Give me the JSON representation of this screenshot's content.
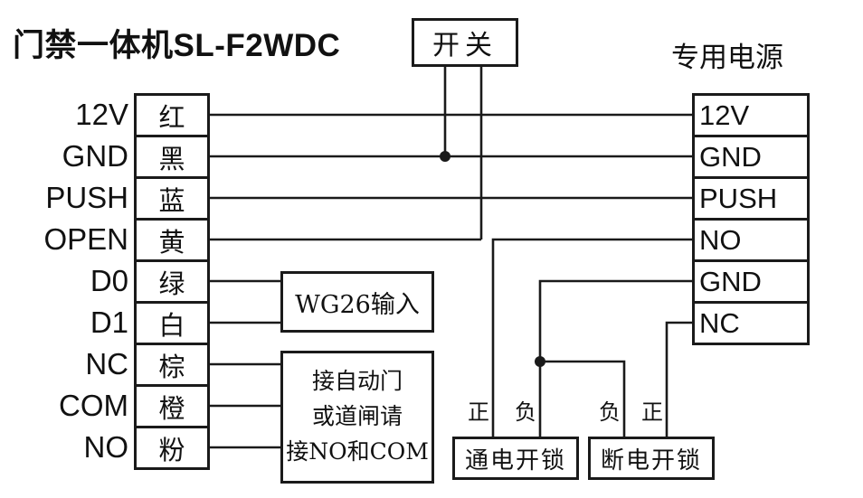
{
  "title": "门禁一体机SL-F2WDC",
  "switch": {
    "label": "开关"
  },
  "power_supply": {
    "title": "专用电源",
    "rows": [
      "12V",
      "GND",
      "PUSH",
      "NO",
      "GND",
      "NC"
    ]
  },
  "controller": {
    "terminals": [
      {
        "label": "12V",
        "wire_color": "红"
      },
      {
        "label": "GND",
        "wire_color": "黑"
      },
      {
        "label": "PUSH",
        "wire_color": "蓝"
      },
      {
        "label": "OPEN",
        "wire_color": "黄"
      },
      {
        "label": "D0",
        "wire_color": "绿"
      },
      {
        "label": "D1",
        "wire_color": "白"
      },
      {
        "label": "NC",
        "wire_color": "棕"
      },
      {
        "label": "COM",
        "wire_color": "橙"
      },
      {
        "label": "NO",
        "wire_color": "粉"
      }
    ]
  },
  "wg26": {
    "label": "WG26输入"
  },
  "door_note": {
    "lines": [
      "接自动门",
      "或道闸请",
      "接NO和COM"
    ]
  },
  "locks": [
    {
      "name": "通电开锁",
      "left_terminal": "正",
      "right_terminal": "负"
    },
    {
      "name": "断电开锁",
      "left_terminal": "负",
      "right_terminal": "正"
    }
  ],
  "colors": {
    "line": "#1a1a1a"
  }
}
